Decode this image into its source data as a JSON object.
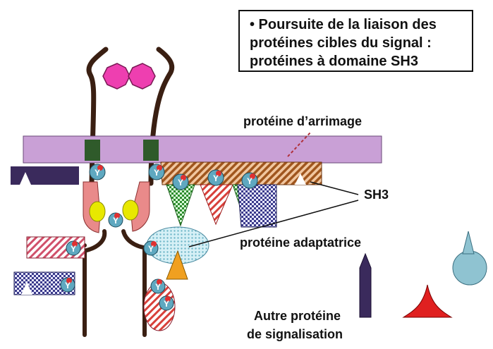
{
  "title_box": {
    "lines": [
      "• Poursuite de la liaison des",
      "protéines cibles du signal :",
      "protéines  à domaine SH3"
    ]
  },
  "labels": {
    "docking": "protéine d’arrimage",
    "sh3": "SH3",
    "adaptor": "protéine adaptatrice",
    "other_line1": "Autre protéine",
    "other_line2": "de signalisation"
  },
  "domain_glyph": "Y",
  "colors": {
    "membrane": "#c9a0d6",
    "receptor": "#3a1f12",
    "receptor_band": "#2f5a2a",
    "ligand": "#ee3fb0",
    "docking_stripe": "#a0561e",
    "adaptor": "#bfe3ec",
    "sh2_bead": "#5fa8c0",
    "red_dot": "#e03030",
    "navy": "#3a2a5c",
    "orange": "#f0a020",
    "red_cone": "#e02020",
    "teal_sphere": "#8fc3d1",
    "yellow": "#e8e800",
    "pink_arm": "#e98a8a",
    "green_check": "#2e8a2e"
  }
}
